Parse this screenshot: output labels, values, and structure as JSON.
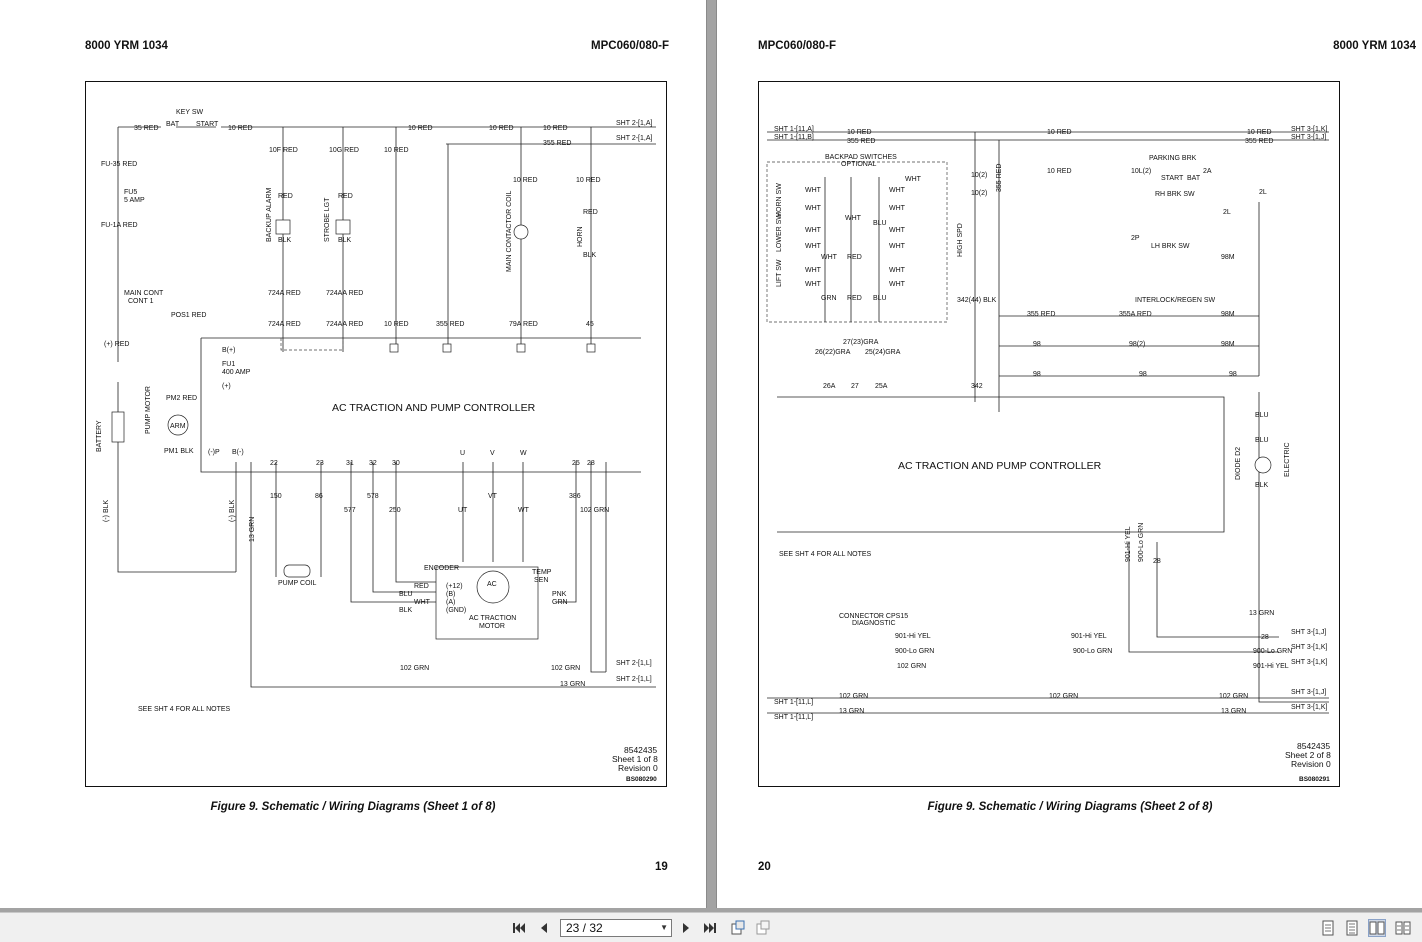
{
  "document": {
    "left_page": {
      "header_left": "8000 YRM 1034",
      "header_right": "MPC060/080-F",
      "caption": "Figure 9.  Schematic / Wiring Diagrams (Sheet 1 of 8)",
      "page_number": "19",
      "drawing_number": "8542435",
      "sheet": "Sheet 1 of 8",
      "revision": "Revision 0",
      "code": "BS080290",
      "controller_title": "AC TRACTION AND PUMP CONTROLLER",
      "notes": "SEE SHT 4 FOR ALL NOTES"
    },
    "right_page": {
      "header_left": "MPC060/080-F",
      "header_right": "8000 YRM 1034",
      "caption": "Figure 9.  Schematic / Wiring Diagrams (Sheet 2 of 8)",
      "page_number": "20",
      "drawing_number": "8542435",
      "sheet": "Sheet 2 of 8",
      "revision": "Revision 0",
      "code": "BS080291",
      "controller_title": "AC TRACTION AND PUMP CONTROLLER",
      "notes": "SEE SHT 4 FOR ALL NOTES"
    }
  },
  "toolbar": {
    "page_indicator": "23 / 32"
  },
  "icons": [
    "first-page-icon",
    "prev-page-icon",
    "next-page-icon",
    "last-page-icon",
    "rotate-icon",
    "fit-icon",
    "single-page-icon",
    "continuous-icon",
    "facing-icon",
    "facing-continuous-icon"
  ]
}
